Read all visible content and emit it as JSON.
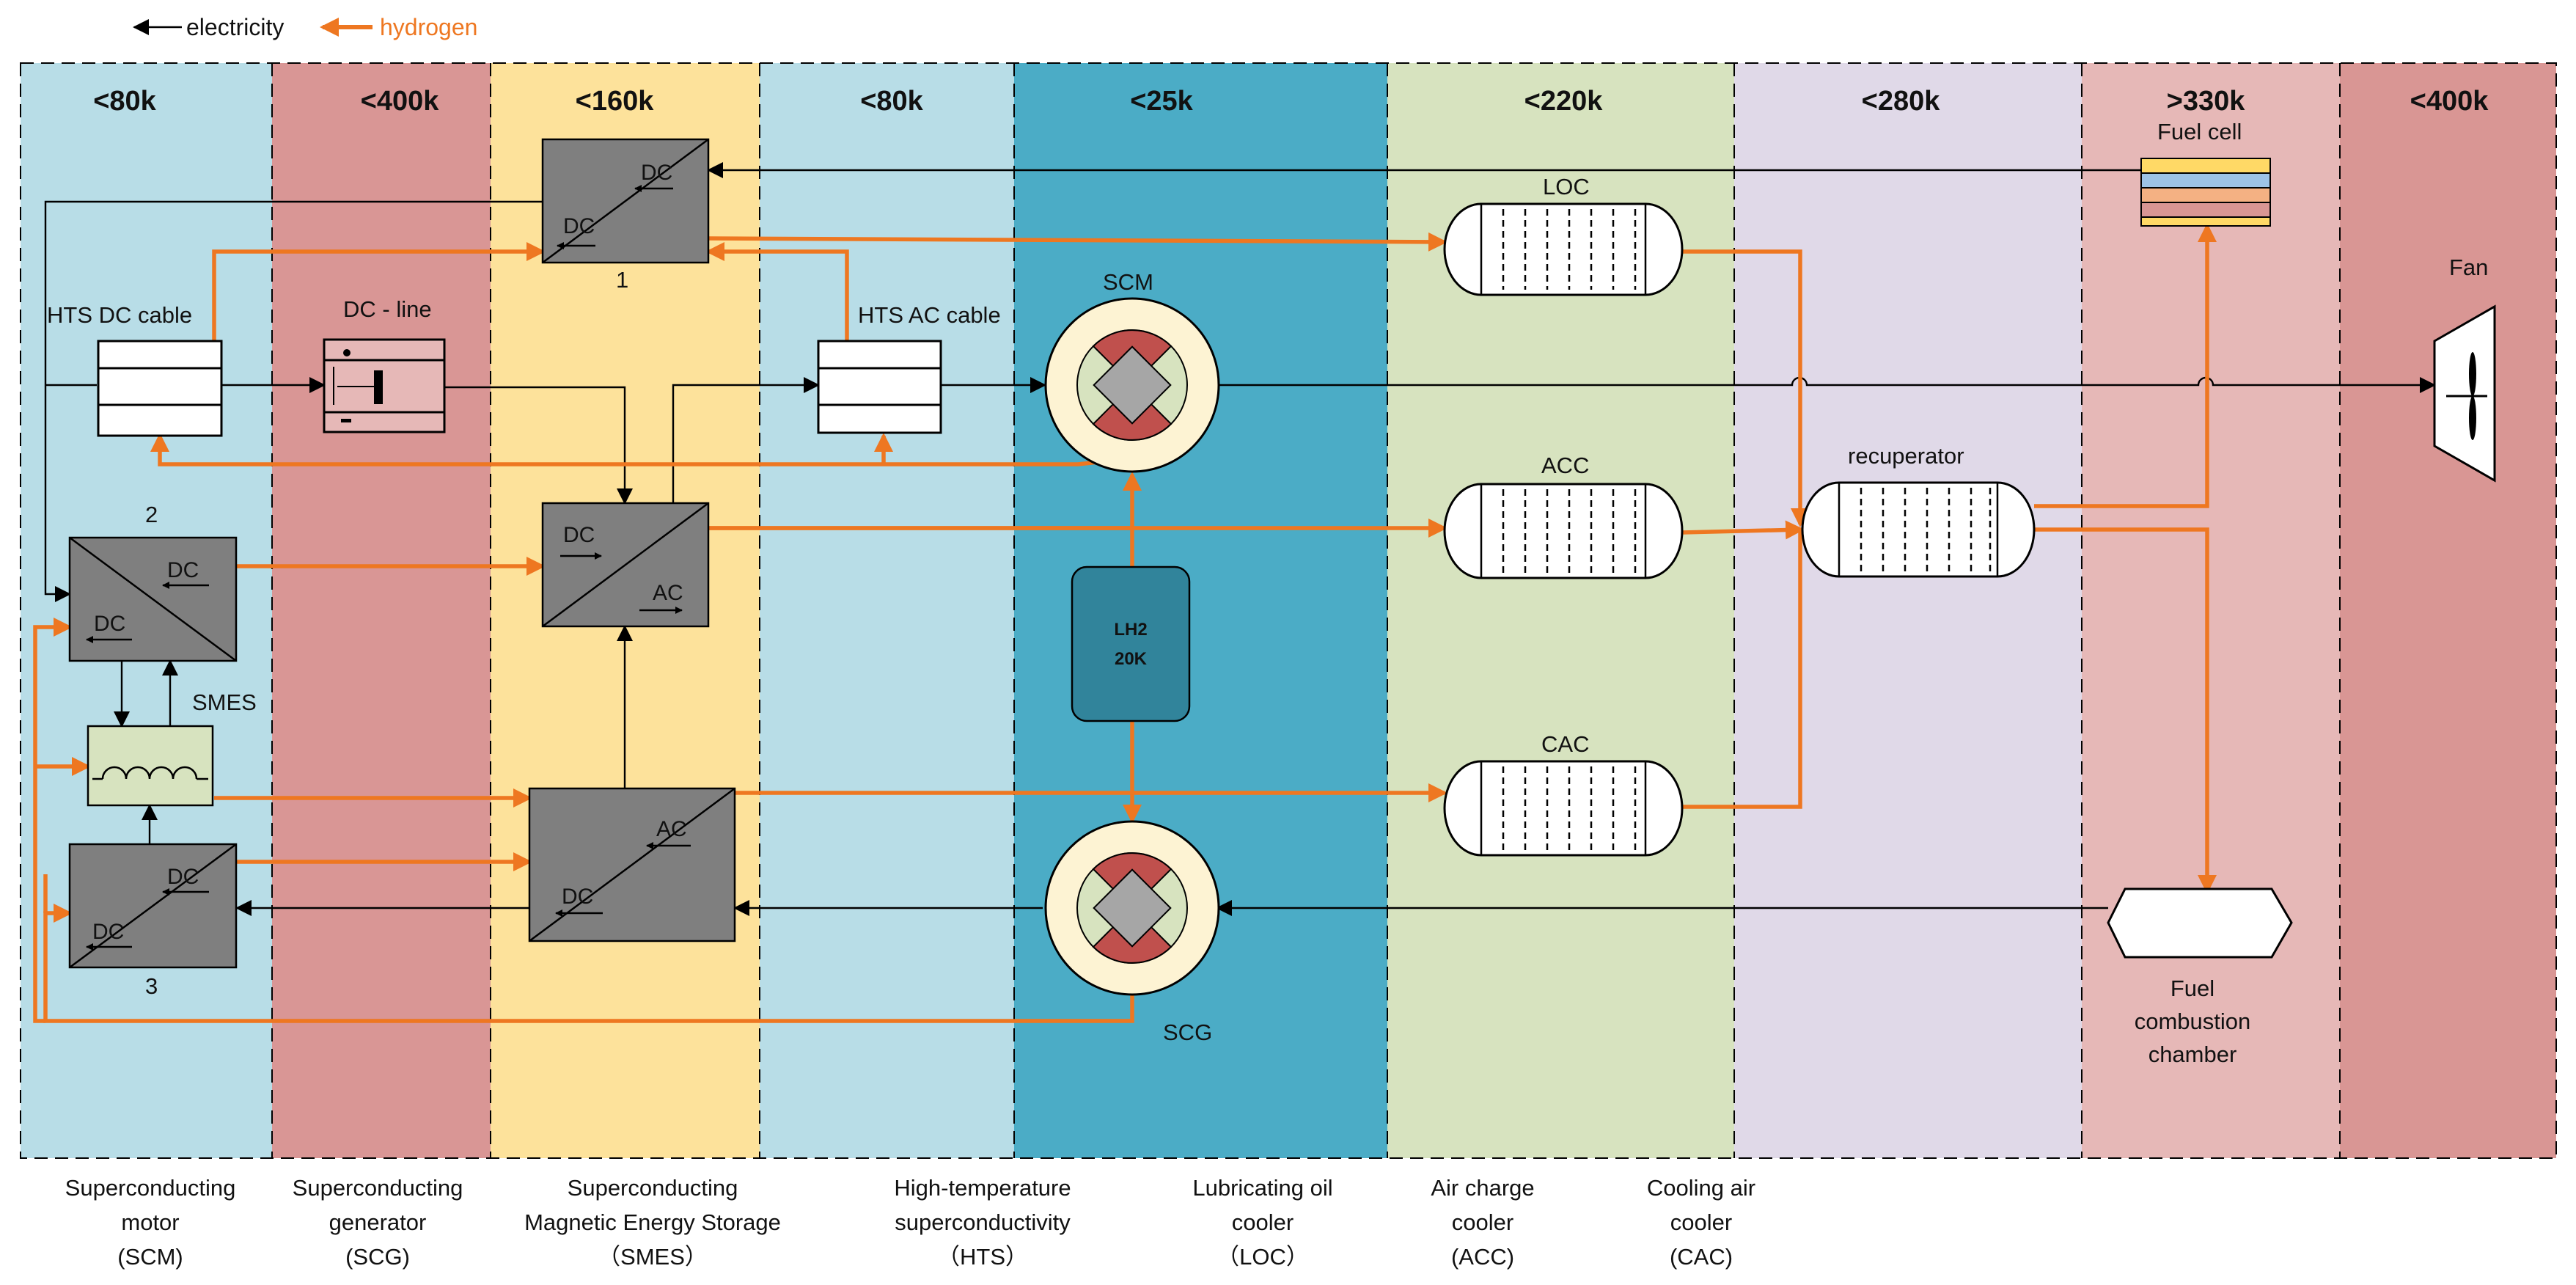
{
  "legend": {
    "electricity": "electricity",
    "hydrogen": "hydrogen"
  },
  "zones": [
    {
      "temp": "<80k",
      "color": "#b8dde7"
    },
    {
      "temp": "<400k",
      "color": "#d99695"
    },
    {
      "temp": "<160k",
      "color": "#fde29b"
    },
    {
      "temp": "<80k",
      "color": "#b8dde7"
    },
    {
      "temp": "<25k",
      "color": "#4bacc6"
    },
    {
      "temp": "<220k",
      "color": "#d7e3bf"
    },
    {
      "temp": "<280k",
      "color": "#e0d9e8"
    },
    {
      "temp": ">330k",
      "color": "#e6b8b7"
    },
    {
      "temp": "<400k",
      "color": "#d99694"
    }
  ],
  "colors": {
    "electricity": "#000000",
    "hydrogen": "#ee7721",
    "converter": "#7f7f7f",
    "lh2": "#31849b",
    "fuel_cell_stripes": [
      "#ffd966",
      "#9dc3e6",
      "#f4b183",
      "#d99694",
      "#ffd966"
    ]
  },
  "components": {
    "hts_dc_cable": "HTS DC cable",
    "dc_line": "DC - line",
    "hts_ac_cable": "HTS AC cable",
    "scm": "SCM",
    "scg": "SCG",
    "loc": "LOC",
    "acc": "ACC",
    "cac": "CAC",
    "fuel_cell": "Fuel cell",
    "fan": "Fan",
    "recuperator": "recuperator",
    "smes": "SMES",
    "lh2_line1": "LH2",
    "lh2_line2": "20K",
    "fuel_combustion_chamber": [
      "Fuel",
      "combustion",
      "chamber"
    ],
    "converter_numbers": [
      "1",
      "2",
      "3"
    ],
    "dc": "DC",
    "ac": "AC"
  },
  "footnotes": [
    [
      "Superconducting",
      "motor",
      "(SCM)"
    ],
    [
      "Superconducting",
      "generator",
      "(SCG)"
    ],
    [
      "Superconducting",
      "Magnetic Energy Storage",
      "（SMES）"
    ],
    [
      "High-temperature",
      "superconductivity",
      "（HTS）"
    ],
    [
      "Lubricating oil",
      "cooler",
      "（LOC）"
    ],
    [
      "Air charge",
      "cooler",
      "(ACC)"
    ],
    [
      "Cooling air",
      "cooler",
      "(CAC)"
    ]
  ]
}
